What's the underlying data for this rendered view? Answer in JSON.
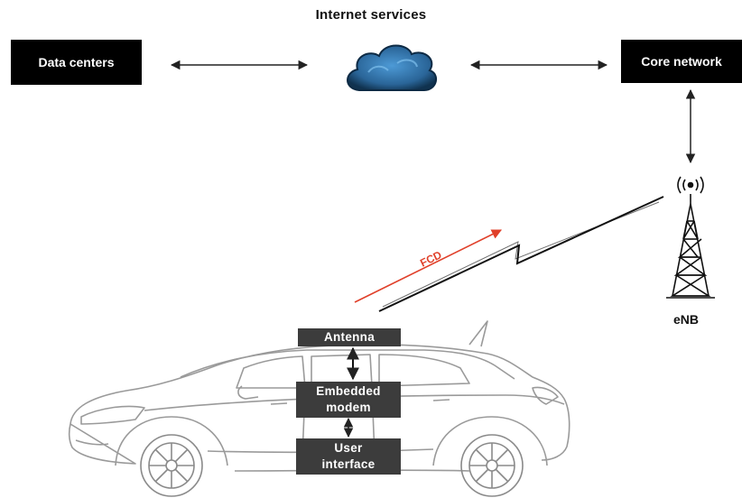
{
  "diagram": {
    "title": "Internet services",
    "nodes": {
      "data_centers": "Data centers",
      "core_network": "Core network",
      "enb": "eNB",
      "antenna": "Antenna",
      "embedded_modem": "Embedded\nmodem",
      "user_interface": "User\ninterface"
    },
    "link_label": "FCD",
    "colors": {
      "box_black": "#000000",
      "box_car": "#3c3c3c",
      "cloud": "#2f6b9e",
      "fcd_arrow": "#e0402a",
      "lines": "#222222"
    },
    "icons": [
      "cloud-icon",
      "radio-tower-icon",
      "car-icon",
      "double-arrow-icon",
      "lightning-link-icon"
    ]
  }
}
